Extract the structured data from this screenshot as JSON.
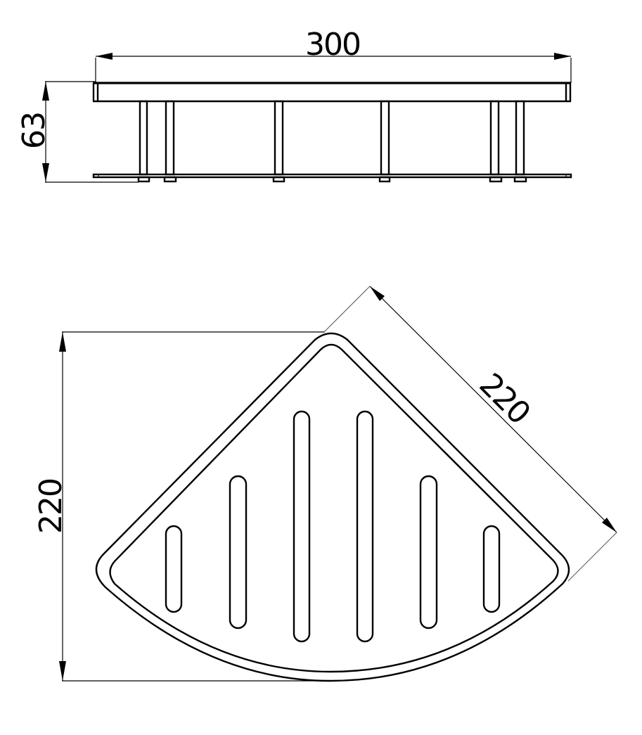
{
  "drawing": {
    "subject": "Corner shower basket technical drawing",
    "units": "mm",
    "stroke_color": "#000000",
    "background": "#ffffff"
  },
  "front_view": {
    "width_dimension": "300",
    "height_dimension": "63",
    "leg_count": 6
  },
  "plan_view": {
    "height_dimension": "220",
    "side_dimension": "220",
    "slot_count": 6
  }
}
